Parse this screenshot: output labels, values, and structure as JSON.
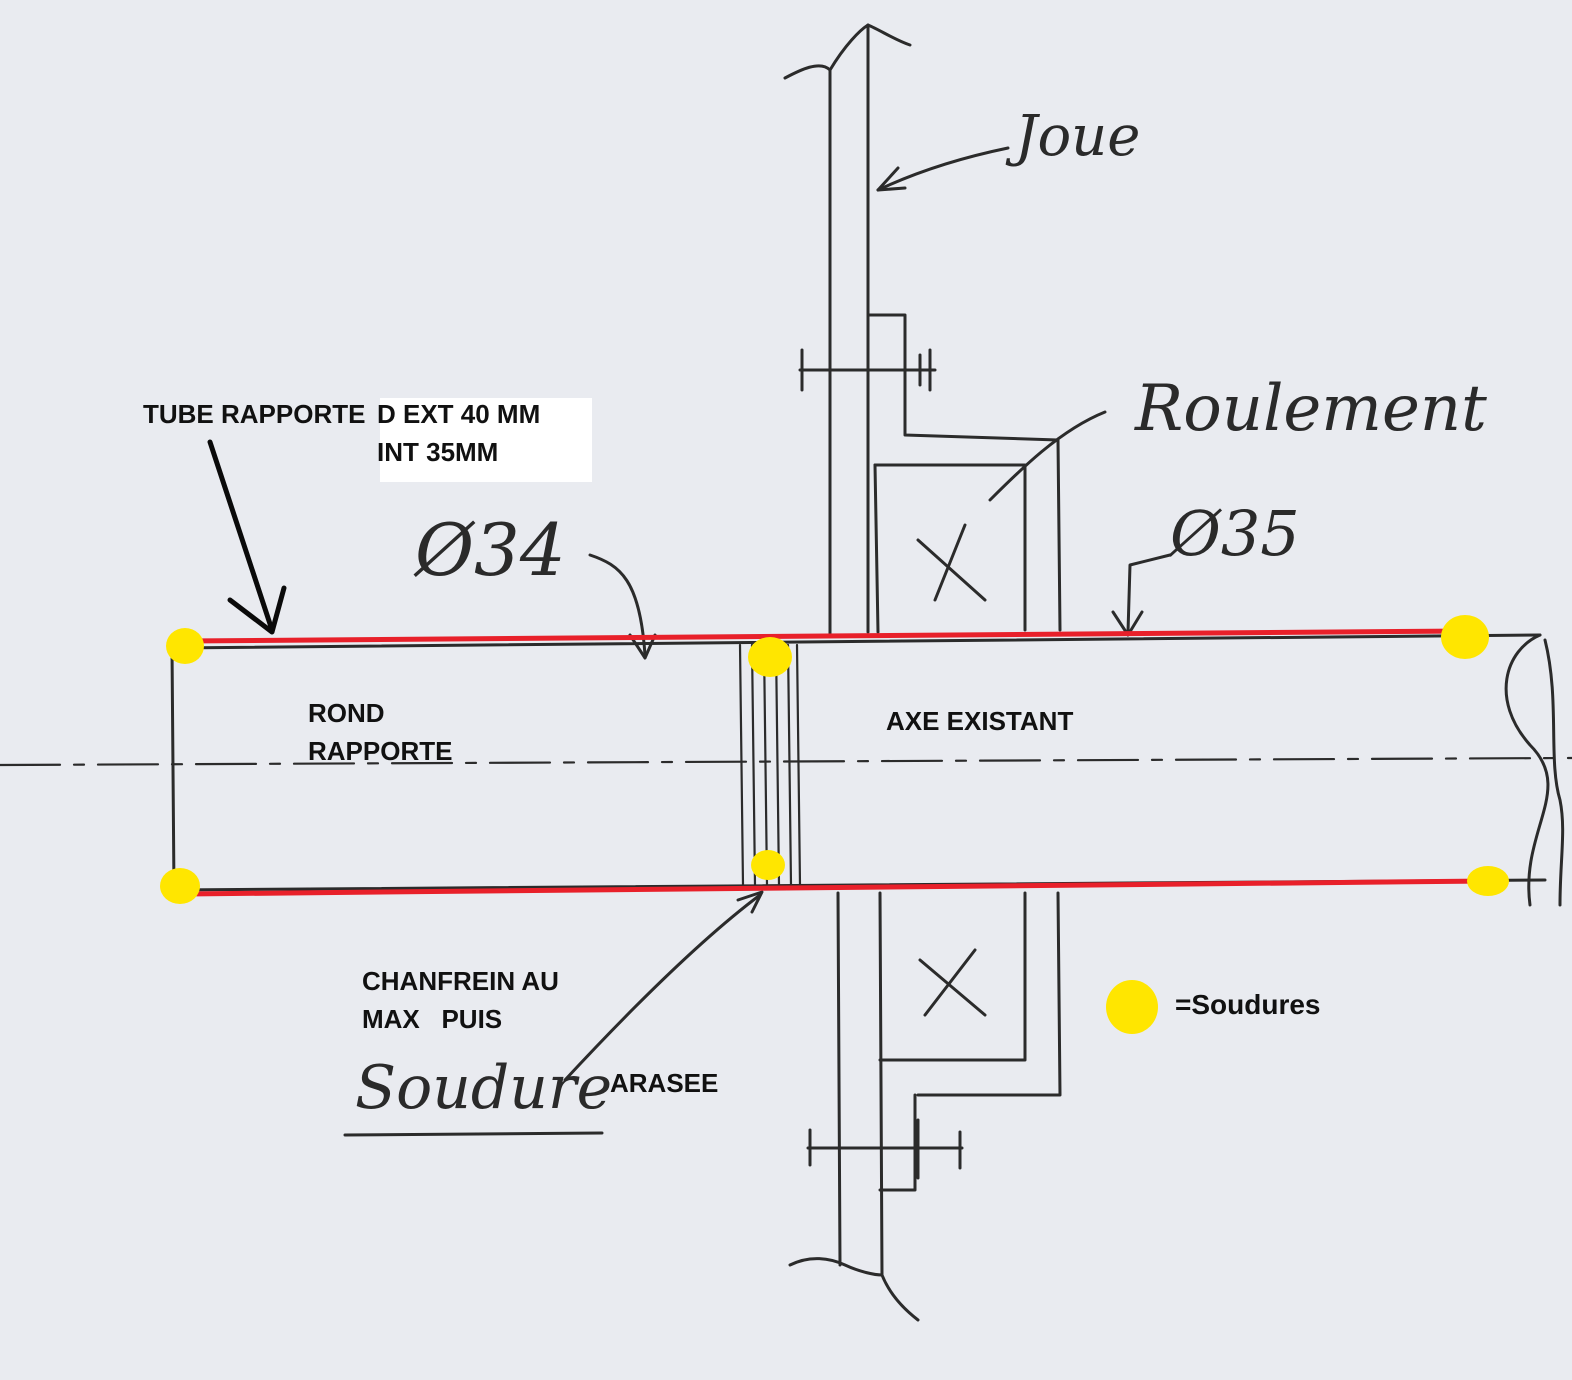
{
  "labels": {
    "tube": "TUBE RAPPORTE",
    "dims_line1": "D EXT 40 MM",
    "dims_line2": "INT 35MM",
    "rond_line1": "ROND",
    "rond_line2": "RAPPORTE",
    "axe": "AXE EXISTANT",
    "chanfrein_line1": "CHANFREIN AU",
    "chanfrein_line2": "MAX   PUIS",
    "arasee": "ARASEE",
    "legend": "=Soudures"
  },
  "handwriting": {
    "joue": "Joue",
    "roulement": "Roulement",
    "d34": "Ø34",
    "d35": "Ø35",
    "soudure": "Soudure"
  },
  "colors": {
    "tube_line": "#e8202a",
    "weld": "#ffe600",
    "pencil": "#2b2b2b",
    "paper": "#e9ebf0"
  }
}
